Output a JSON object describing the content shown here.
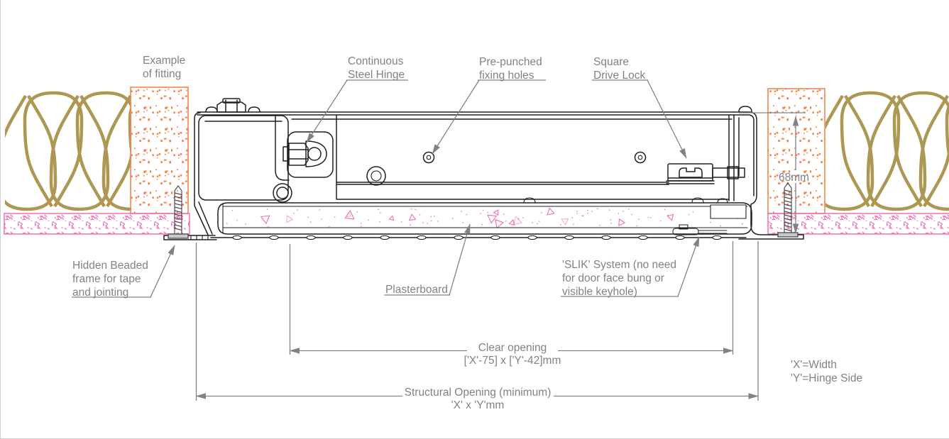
{
  "labels": {
    "example_fitting": [
      "Example",
      "of fitting"
    ],
    "continuous_hinge": [
      "Continuous",
      "Steel Hinge"
    ],
    "prepunched": [
      "Pre-punched",
      "fixing holes"
    ],
    "square_lock": [
      "Square",
      "Drive Lock"
    ],
    "hidden_bead": [
      "Hidden Beaded",
      "frame for tape",
      "and jointing"
    ],
    "plasterboard": "Plasterboard",
    "slik": [
      "'SLIK' System (no need",
      "for door face bung or",
      "visible keyhole)"
    ],
    "depth": "68mm",
    "clear_opening": [
      "Clear opening",
      "['X'-75] x ['Y'-42]mm"
    ],
    "structural_opening": [
      "Structural Opening (minimum)",
      "'X' x 'Y'mm"
    ],
    "legend": [
      "'X'=Width",
      "'Y'=Hinge Side"
    ]
  },
  "colors": {
    "line": "#231f20",
    "annotation": "#808285",
    "insulation_gold": "#ac9852",
    "masonry_orange": "#f5854f",
    "plaster_pink": "#f46eb5",
    "board_fleck": "#ee6fb4"
  }
}
